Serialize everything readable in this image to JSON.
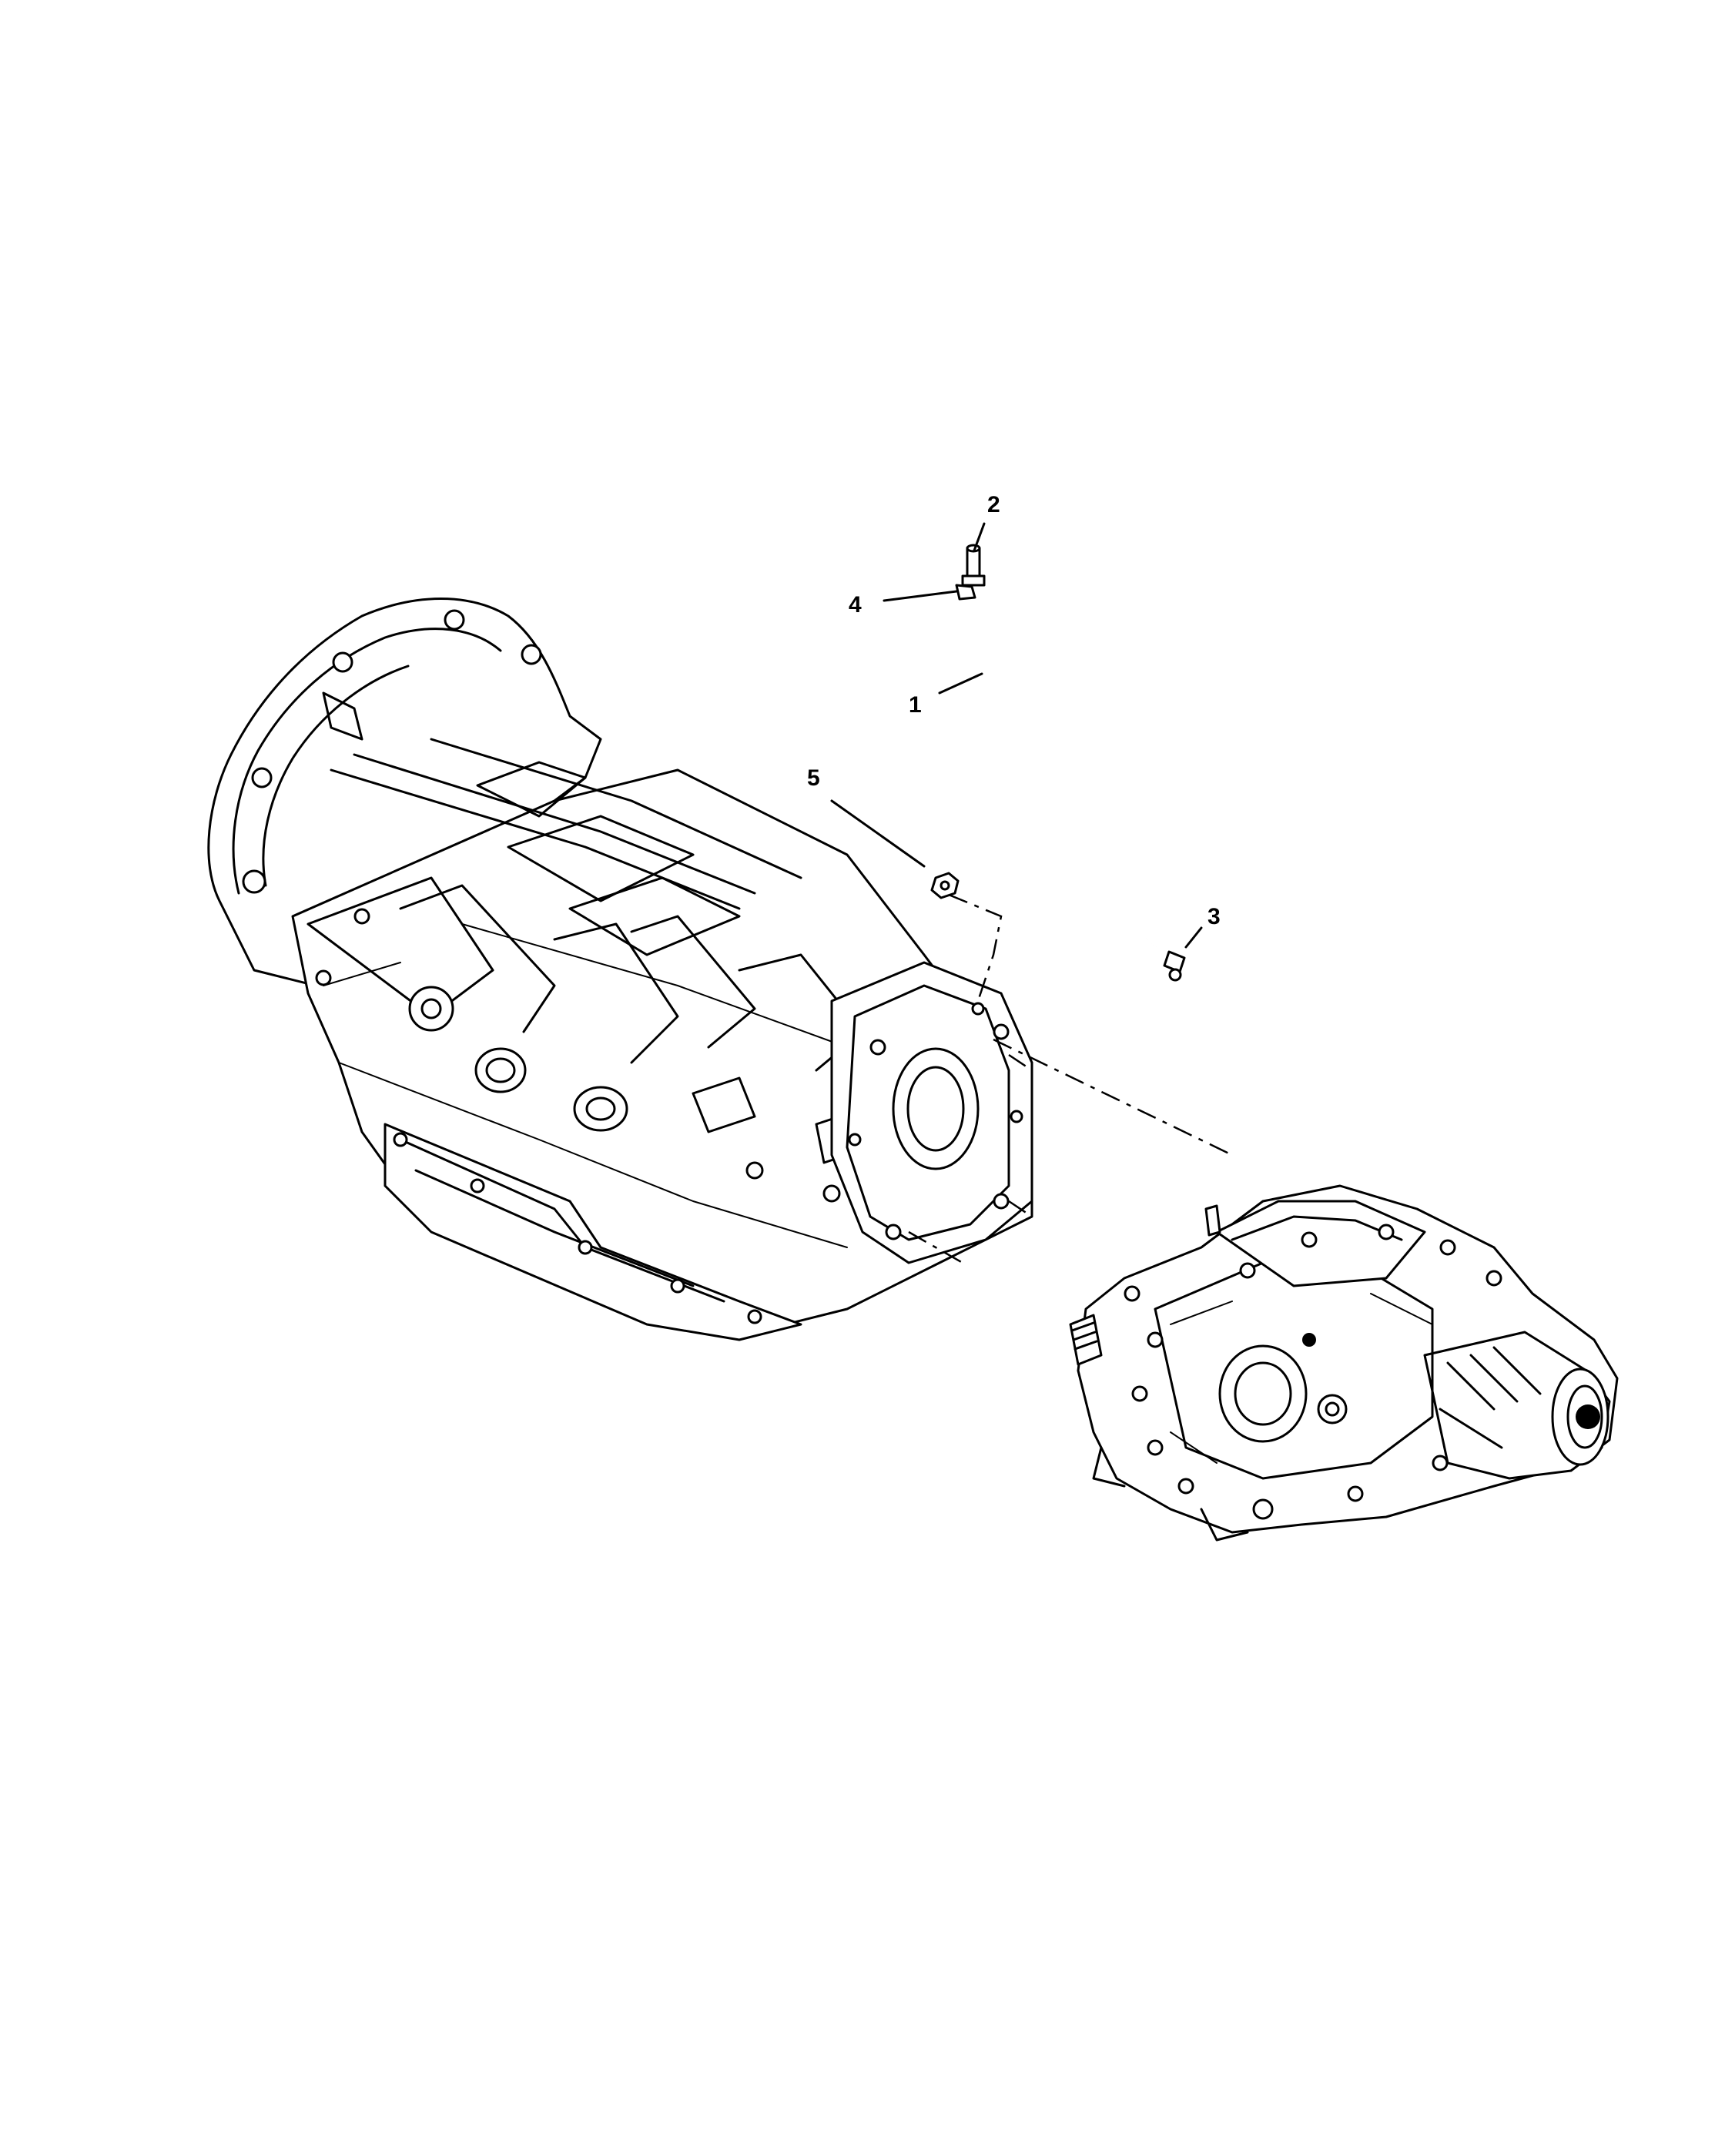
{
  "diagram": {
    "callouts": [
      {
        "id": "1",
        "label": "1"
      },
      {
        "id": "2",
        "label": "2"
      },
      {
        "id": "3",
        "label": "3"
      },
      {
        "id": "4",
        "label": "4"
      },
      {
        "id": "5",
        "label": "5"
      }
    ],
    "parts": [
      {
        "id": "transmission",
        "icon": "transmission-assembly-drawing"
      },
      {
        "id": "transfer-case",
        "icon": "transfer-case-drawing"
      },
      {
        "id": "vent-hose",
        "icon": "vent-hose-drawing"
      },
      {
        "id": "nut",
        "icon": "nut-drawing"
      }
    ],
    "colors": {
      "ink": "#000000",
      "paper": "#ffffff"
    }
  }
}
